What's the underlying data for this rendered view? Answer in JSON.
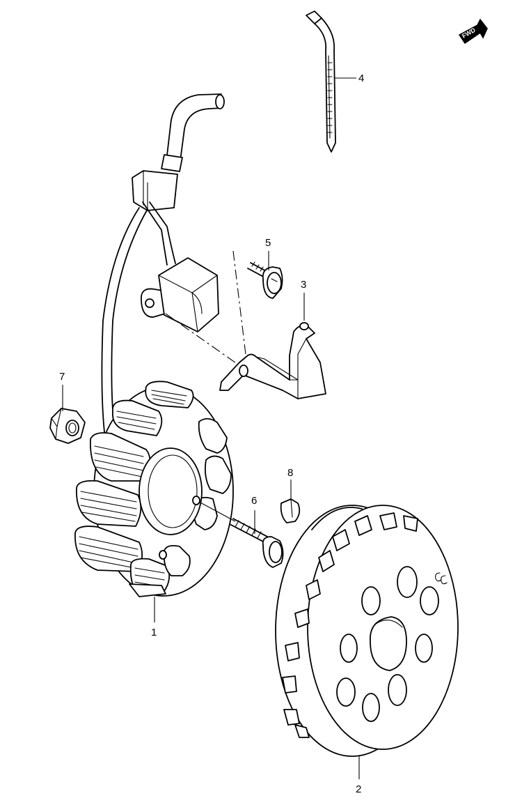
{
  "fwd_badge": {
    "label": "FWD",
    "icon": "forward-arrow-icon"
  },
  "callouts": [
    {
      "id": "1",
      "label": "1",
      "part": "stator coil assembly"
    },
    {
      "id": "2",
      "label": "2",
      "part": "flywheel rotor"
    },
    {
      "id": "3",
      "label": "3",
      "part": "bracket"
    },
    {
      "id": "4",
      "label": "4",
      "part": "cable tie"
    },
    {
      "id": "5",
      "label": "5",
      "part": "bracket screw"
    },
    {
      "id": "6",
      "label": "6",
      "part": "stator bolt"
    },
    {
      "id": "7",
      "label": "7",
      "part": "rotor nut"
    },
    {
      "id": "8",
      "label": "8",
      "part": "woodruff key"
    }
  ]
}
